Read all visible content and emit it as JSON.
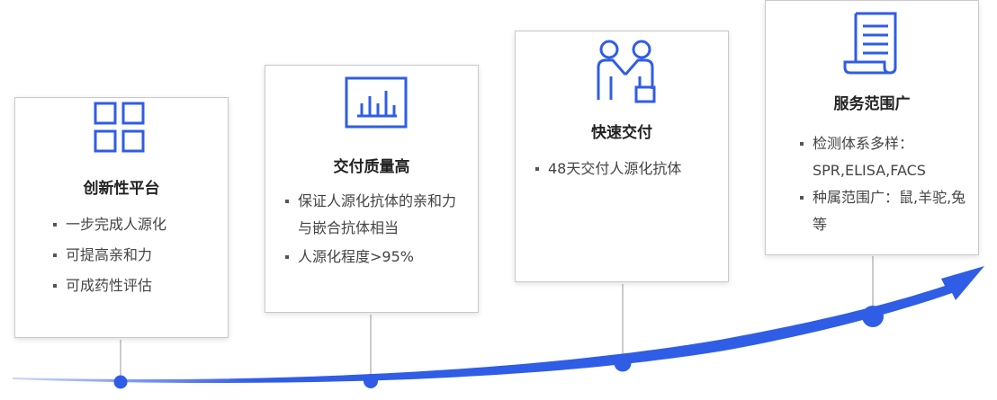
{
  "colors": {
    "accent": "#2f5de6",
    "card_border": "#c9c9c9",
    "text": "#444444"
  },
  "cards": [
    {
      "icon": "grid-icon",
      "title": "创新性平台",
      "items": [
        "一步完成人源化",
        "可提高亲和力",
        "可成药性评估"
      ]
    },
    {
      "icon": "bar-chart-icon",
      "title": "交付质量高",
      "items": [
        "保证人源化抗体的亲和力与嵌合抗体相当",
        "人源化程度>95%"
      ]
    },
    {
      "icon": "handshake-icon",
      "title": "快速交付",
      "items": [
        "48天交付人源化抗体"
      ]
    },
    {
      "icon": "document-icon",
      "title": "服务范围广",
      "items": [
        "检测体系多样：SPR,ELISA,FACS",
        "种属范围广：鼠,羊驼,兔等"
      ]
    }
  ]
}
